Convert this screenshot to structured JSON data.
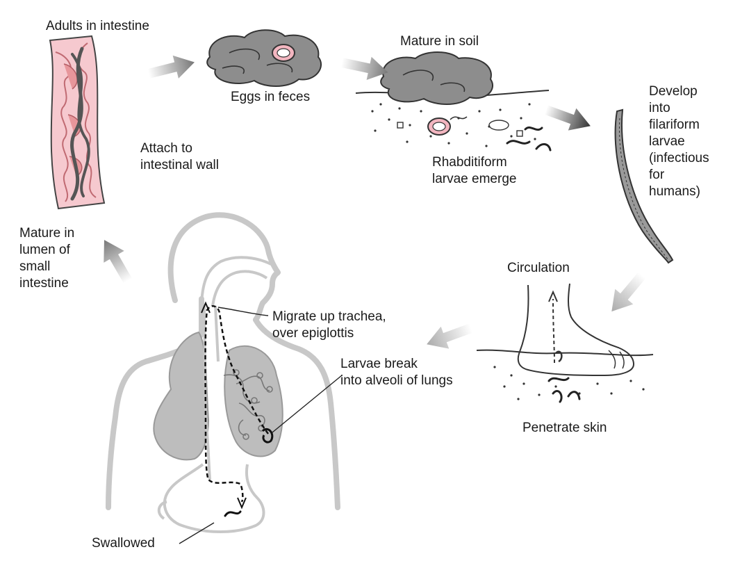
{
  "colors": {
    "intestine_wall": "#f6c9cf",
    "intestine_fold": "#e7969b",
    "worm": "#555555",
    "feces": "#8d8d8d",
    "egg": "#f3b6c0",
    "body_outline": "#c8c8c8",
    "lung": "#bdbdbd",
    "arrow_dark": "#333333",
    "arrow_light": "#bfbfbf"
  },
  "labels": {
    "adults_in_intestine": [
      "Adults in intestine"
    ],
    "attach_to_wall": [
      "Attach to",
      "intestinal wall"
    ],
    "eggs_in_feces": [
      "Eggs in feces"
    ],
    "mature_in_soil": [
      "Mature in soil"
    ],
    "rhabditiform": [
      "Rhabditiform",
      "larvae emerge"
    ],
    "develop_filariform": [
      "Develop",
      "into",
      "filariform",
      "larvae",
      "(infectious",
      "for",
      "humans)"
    ],
    "circulation": [
      "Circulation"
    ],
    "penetrate_skin": [
      "Penetrate skin"
    ],
    "migrate_trachea": [
      "Migrate up trachea,",
      "over epiglottis"
    ],
    "larvae_alveoli": [
      "Larvae break",
      "into alveoli of lungs"
    ],
    "mature_lumen": [
      "Mature in",
      "lumen of",
      "small",
      "intestine"
    ],
    "swallowed": [
      "Swallowed"
    ]
  },
  "icons": [
    "intestine-icon",
    "feces-egg-icon",
    "soil-icon",
    "filariform-larva-icon",
    "foot-icon",
    "human-body-icon",
    "lung-icon",
    "stomach-icon",
    "cycle-arrow-icon"
  ]
}
